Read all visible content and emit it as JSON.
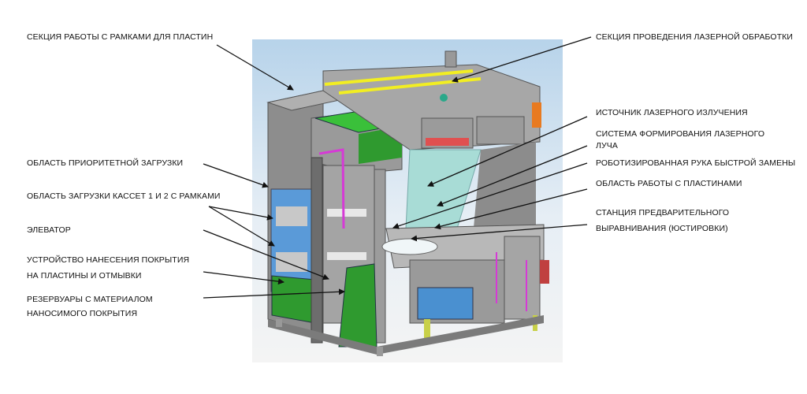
{
  "title": "Machine sections diagram",
  "left_labels": {
    "frame_section": "СЕКЦИЯ  РАБОТЫ С РАМКАМИ ДЛЯ ПЛАСТИН",
    "priority_load": "ОБЛАСТЬ ПРИОРИТЕТНОЙ ЗАГРУЗКИ",
    "cassette_load": "ОБЛАСТЬ ЗАГРУЗКИ КАССЕТ 1 И 2 С РАМКАМИ",
    "elevator": "ЭЛЕВАТОР",
    "coating_line1": "УСТРОЙСТВО НАНЕСЕНИЯ ПОКРЫТИЯ",
    "coating_line2": "НА ПЛАСТИНЫ И ОТМЫВКИ",
    "reservoir_line1": "РЕЗЕРВУАРЫ С МАТЕРИАЛОМ",
    "reservoir_line2": "НАНОСИМОГО ПОКРЫТИЯ"
  },
  "right_labels": {
    "laser_section": "СЕКЦИЯ  ПРОВЕДЕНИЯ ЛАЗЕРНОЙ ОБРАБОТКИ",
    "laser_source": "ИСТОЧНИК ЛАЗЕРНОГО ИЗЛУЧЕНИЯ",
    "beam_line1": "СИСТЕМА ФОРМИРОВАНИЯ ЛАЗЕРНОГО",
    "beam_line2": "ЛУЧА",
    "robot_arm": "РОБОТИЗИРОВАННАЯ РУКА БЫСТРОЙ ЗАМЕНЫ",
    "wafer_area": "ОБЛАСТЬ РАБОТЫ С ПЛАСТИНАМИ",
    "prealign_line1": "СТАНЦИЯ ПРЕДВАРИТЕЛЬНОГО",
    "prealign_line2": "ВЫРАВНИВАНИЯ (ЮСТИРОВКИ)"
  },
  "colors": {
    "body": "#8f8f8f",
    "green": "#2f9a2f",
    "blue": "#4a90d0",
    "cyan": "#a8dcd6",
    "yellow": "#f2ee22",
    "magenta": "#d63ad6",
    "red": "#e05050",
    "orange": "#e87a20"
  }
}
